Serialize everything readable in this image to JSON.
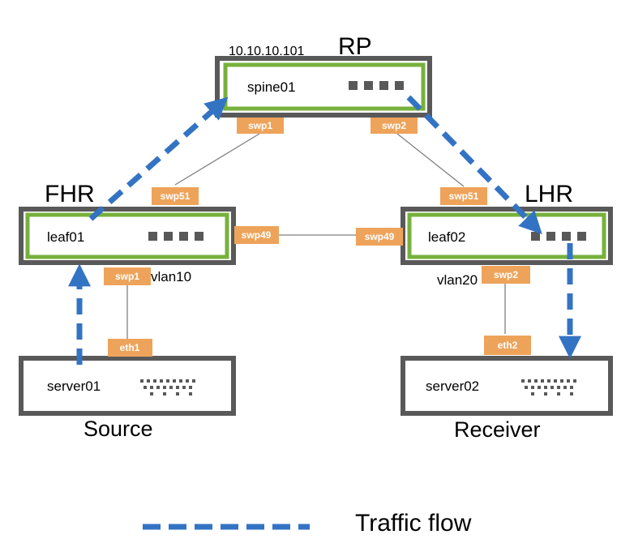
{
  "colors": {
    "frame": "#595959",
    "switch_green": "#77b13d",
    "port_orange": "#eea35a",
    "flow_blue": "#3373c4",
    "link_gray": "#7f7f7f"
  },
  "labels": {
    "rp": "RP",
    "fhr": "FHR",
    "lhr": "LHR",
    "rp_ip": "10.10.10.101",
    "source": "Source",
    "receiver": "Receiver",
    "vlan10": "vlan10",
    "vlan20": "vlan20"
  },
  "nodes": {
    "spine01": "spine01",
    "leaf01": "leaf01",
    "leaf02": "leaf02",
    "server01": "server01",
    "server02": "server02"
  },
  "ports": {
    "spine_swp1": "swp1",
    "spine_swp2": "swp2",
    "leaf01_swp51": "swp51",
    "leaf01_swp49": "swp49",
    "leaf01_swp1": "swp1",
    "leaf02_swp51": "swp51",
    "leaf02_swp49": "swp49",
    "leaf02_swp2": "swp2",
    "server01_eth1": "eth1",
    "server02_eth2": "eth2"
  },
  "legend": {
    "flow_label": "Traffic flow"
  }
}
